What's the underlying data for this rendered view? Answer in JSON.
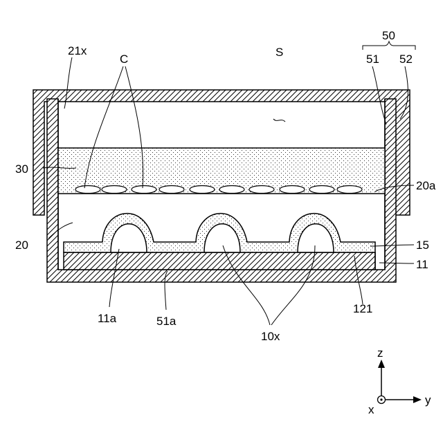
{
  "labels": {
    "group_50": "50",
    "part_51": "51",
    "part_52": "52",
    "part_21x": "21x",
    "cells_C": "C",
    "space_S": "S",
    "layer_30": "30",
    "surface_20a": "20a",
    "layer_20": "20",
    "layer_15": "15",
    "substrate_11": "11",
    "recess_11a": "11a",
    "surface_51a": "51a",
    "lenses_10x": "10x",
    "part_121": "121"
  },
  "axes": {
    "z": "z",
    "y": "y",
    "x": "x"
  }
}
